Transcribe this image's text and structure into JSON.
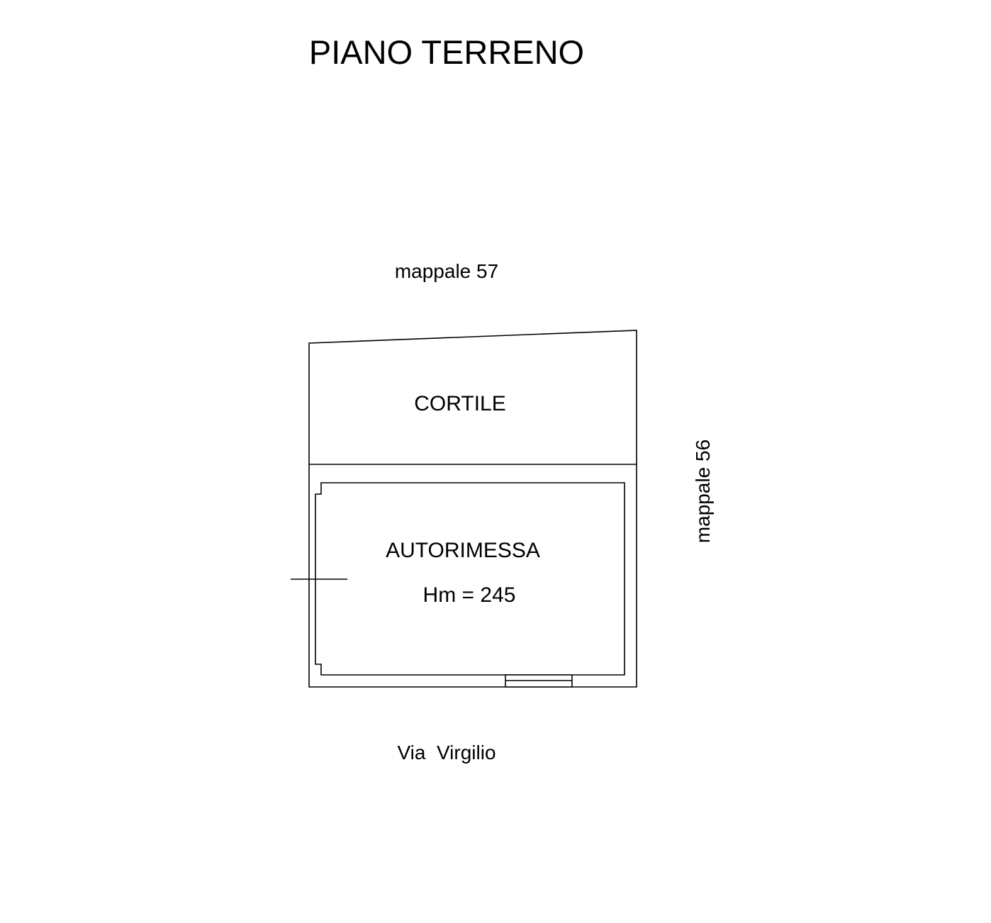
{
  "title": "PIANO TERRENO",
  "labels": {
    "north_neighbor": "mappale 57",
    "east_neighbor": "mappale 56",
    "street": "Via  Virgilio",
    "courtyard": "CORTILE",
    "garage": "AUTORIMESSA",
    "garage_height": "Hm = 245"
  },
  "colors": {
    "line": "#000000",
    "background": "#ffffff"
  }
}
